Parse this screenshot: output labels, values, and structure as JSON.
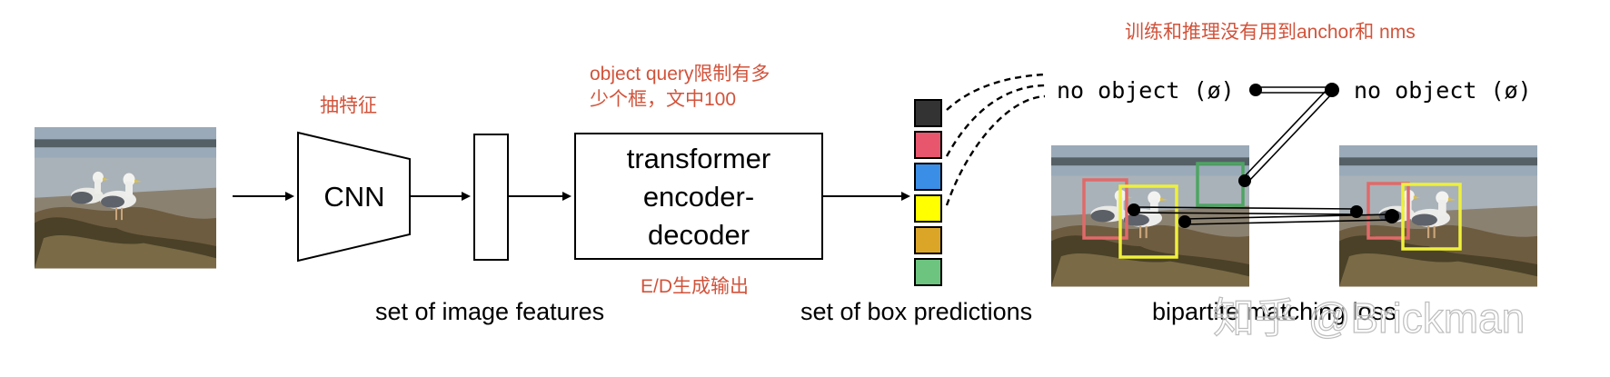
{
  "stages": {
    "cnn_label": "CNN",
    "transformer_lines": [
      "transformer",
      "encoder-",
      "decoder"
    ]
  },
  "captions": {
    "image_features": "set of image features",
    "box_predictions": "set of box predictions",
    "matching_loss": "bipartite matching loss"
  },
  "annotations": {
    "cnn_note": "抽特征",
    "query_note_line1": "object query限制有多",
    "query_note_line2": "少个框，文中100",
    "ed_note": "E/D生成输出",
    "anchor_note": "训练和推理没有用到anchor和 nms"
  },
  "matching": {
    "left_no_object": "no object (ø)",
    "right_no_object": "no object (ø)"
  },
  "prediction_colors": [
    "#333333",
    "#e8566e",
    "#3b8ee6",
    "#ffff00",
    "#dba528",
    "#6cc47f"
  ],
  "colors": {
    "annotation": "#d2533b",
    "box_red": "#e06a6a",
    "box_yellow": "#eef03a",
    "box_green": "#4ea463"
  },
  "watermark": "知乎 @Brickman"
}
